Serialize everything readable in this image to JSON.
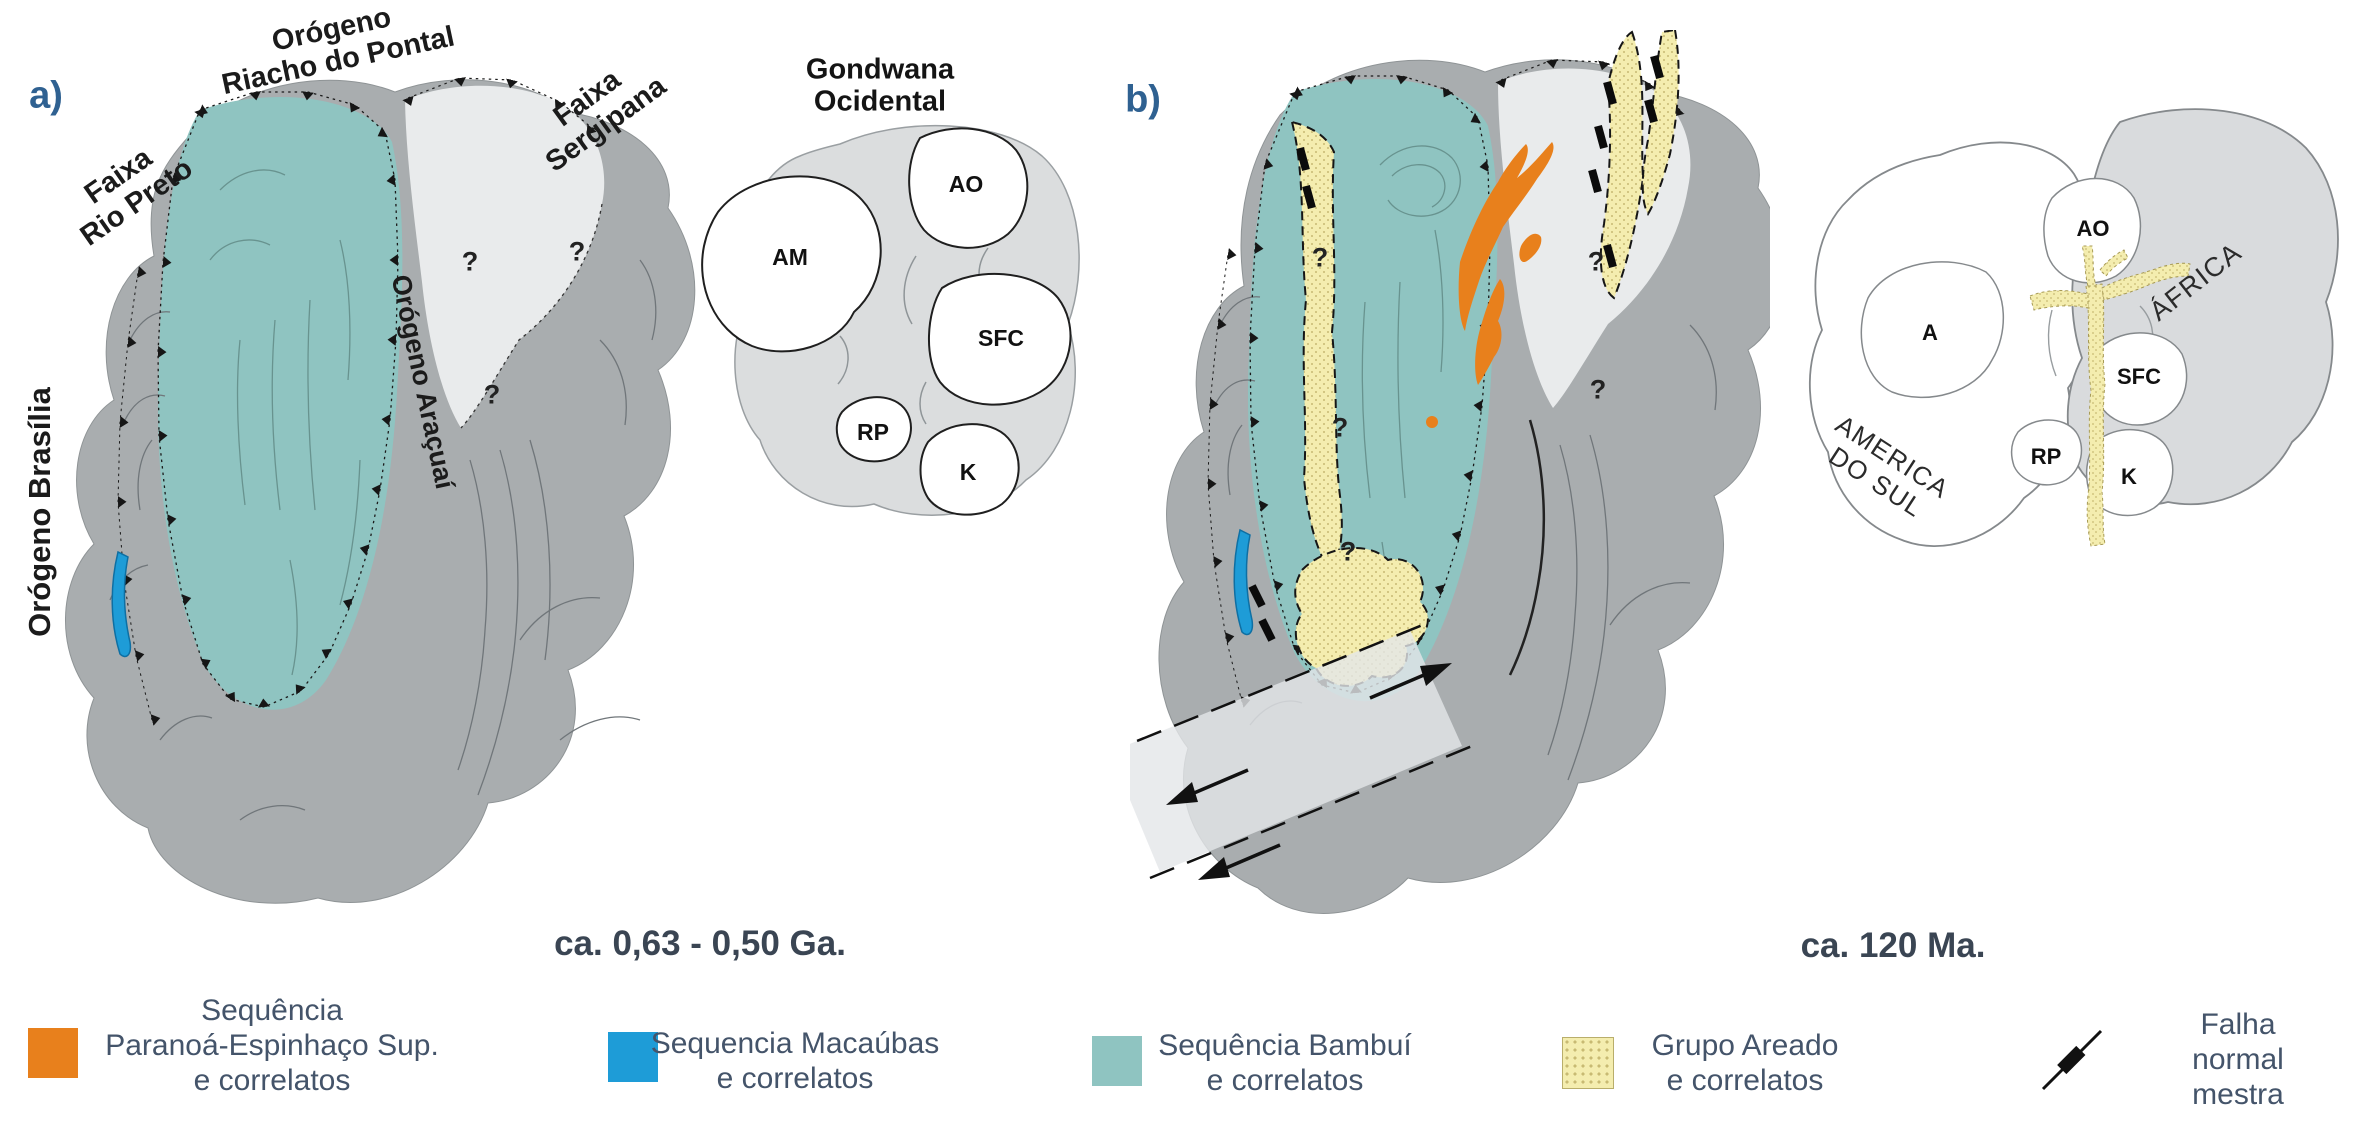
{
  "panel_a": {
    "label": "a)",
    "caption": "ca. 0,63 - 0,50 Ga.",
    "question_mark": "?",
    "map_labels": {
      "faixa_rio_preto": "Faixa\nRio Preto",
      "orogeno_riacho_do_pontal": "Orógeno\nRiacho do Pontal",
      "faixa_sergipana": "Faixa\nSergipana",
      "orogeno_brasilia": "Orógeno Brasília",
      "orogeno_aracuai": "Orógeno Araçuaí"
    },
    "inset": {
      "title": "Gondwana\nOcidental",
      "labels": {
        "am": "AM",
        "ao": "AO",
        "sfc": "SFC",
        "rp": "RP",
        "k": "K"
      }
    }
  },
  "panel_b": {
    "label": "b)",
    "caption": "ca. 120 Ma.",
    "question_mark": "?",
    "inset": {
      "labels": {
        "a": "A",
        "ao": "AO",
        "sfc": "SFC",
        "rp": "RP",
        "k": "K"
      },
      "africa": "ÁFRICA",
      "america_do_sul": "AMERICA\nDO SUL"
    }
  },
  "legend": {
    "items": [
      {
        "id": "paranoa_espinhaco",
        "color": "#E8801C",
        "label": "Sequência\nParanoá-Espinhaço Sup.\ne correlatos"
      },
      {
        "id": "macaubas",
        "color": "#1E9CD7",
        "label": "Sequencia Macaúbas\ne correlatos"
      },
      {
        "id": "bambui",
        "color": "#8FC4C1",
        "label": "Sequência Bambuí\ne correlatos"
      },
      {
        "id": "areado",
        "color": "#F4EDAF",
        "label": "Grupo Areado\ne correlatos"
      },
      {
        "id": "falha_normal",
        "label": "Falha normal\nmestra"
      }
    ]
  },
  "colors": {
    "orogen_gray": "#A9ADAF",
    "craton_light_gray": "#E9EBEC",
    "bambui_teal": "#8FC4C1",
    "paranoa_orange": "#E8801C",
    "macaubas_blue": "#1E9CD7",
    "areado_yellow": "#F4EDAF",
    "label_text": "#1B1B1B",
    "legend_text": "#44546A",
    "panel_letter_blue": "#2F6191"
  }
}
